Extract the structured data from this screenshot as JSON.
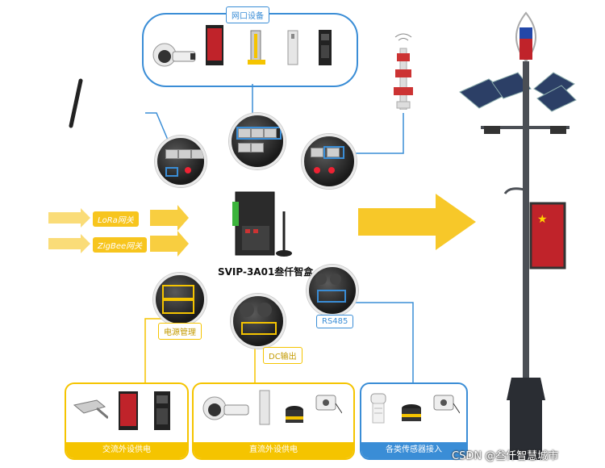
{
  "labels": {
    "network_devices": "网口设备",
    "lora_gateway": "LoRa网关",
    "zigbee_gateway": "ZigBee网关",
    "product_name": "SVIP-3A01叁仟智盒",
    "power_management": "电源管理",
    "dc_output": "DC输出",
    "rs485": "RS485",
    "ac_devices": "交流外设供电",
    "dc_devices": "直流外设供电",
    "sensors": "各类传感器接入",
    "watermark": "CSDN @叁仟智慧城市"
  },
  "colors": {
    "blue": "#3a8dd6",
    "yellow": "#f5c400",
    "arrow_yellow": "#f7c51e"
  }
}
